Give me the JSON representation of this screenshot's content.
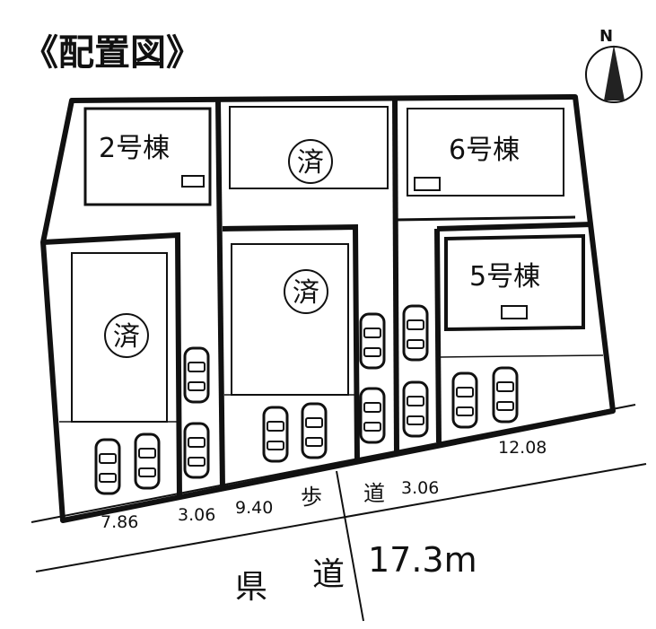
{
  "title": "《配置図》",
  "compass": {
    "label": "N"
  },
  "lots": {
    "lot2": {
      "label": "2号棟"
    },
    "lot6": {
      "label": "6号棟"
    },
    "lot5": {
      "label": "5号棟"
    },
    "sold_mark": "済"
  },
  "dimensions": {
    "d1": "7.86",
    "d2": "3.06",
    "d3": "9.40",
    "d4": "3.06",
    "d5": "12.08"
  },
  "roads": {
    "sidewalk_char1": "歩",
    "sidewalk_char2": "道",
    "prefectural_char1": "県",
    "prefectural_char2": "道",
    "width": "17.3m"
  },
  "colors": {
    "ink": "#111111",
    "paper": "#ffffff"
  }
}
